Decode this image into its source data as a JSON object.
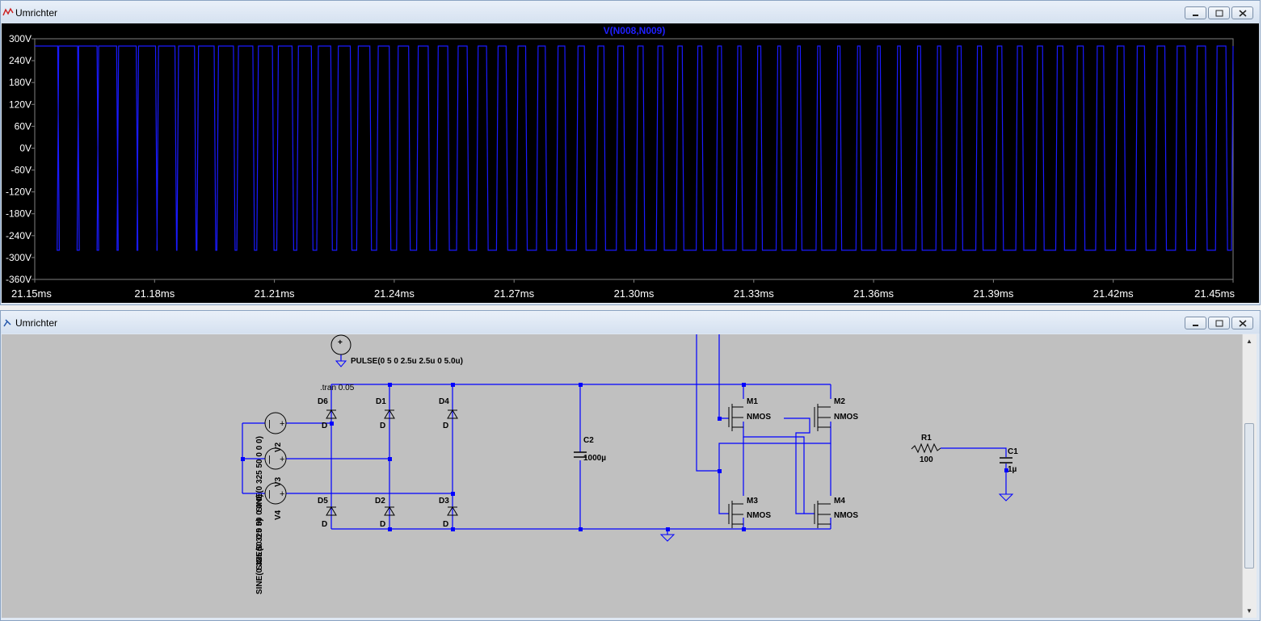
{
  "plot_window": {
    "title": "Umrichter",
    "trace_label": "V(N008,N009)",
    "y_ticks": [
      "300V",
      "240V",
      "180V",
      "120V",
      "60V",
      "0V",
      "-60V",
      "-120V",
      "-180V",
      "-240V",
      "-300V",
      "-360V"
    ],
    "x_ticks": [
      "21.15ms",
      "21.18ms",
      "21.21ms",
      "21.24ms",
      "21.27ms",
      "21.30ms",
      "21.33ms",
      "21.36ms",
      "21.39ms",
      "21.42ms",
      "21.45ms"
    ],
    "colors": {
      "background": "#000000",
      "trace": "#1a1aff",
      "grid": "#808080",
      "label": "#ffffff",
      "trace_label": "#2020ff"
    }
  },
  "chart_data": {
    "type": "line",
    "title": "V(N008,N009)",
    "xlabel": "",
    "ylabel": "",
    "xlim": [
      21.15,
      21.45
    ],
    "ylim": [
      -360,
      300
    ],
    "series": [
      {
        "name": "V(N008,N009)",
        "high": 280,
        "low": -280,
        "rising_edges_ms": [
          21.151,
          21.156,
          21.161,
          21.166,
          21.171,
          21.176,
          21.181,
          21.186,
          21.191,
          21.196,
          21.201,
          21.206,
          21.211,
          21.216,
          21.221,
          21.226,
          21.231,
          21.236,
          21.241,
          21.246,
          21.251,
          21.256,
          21.261,
          21.266,
          21.271,
          21.276,
          21.281,
          21.286,
          21.291,
          21.296,
          21.301,
          21.306,
          21.311,
          21.316,
          21.321,
          21.326,
          21.331,
          21.336,
          21.341,
          21.346,
          21.351,
          21.356,
          21.361,
          21.366,
          21.371,
          21.376,
          21.381,
          21.386,
          21.391,
          21.396,
          21.401,
          21.406,
          21.411,
          21.416,
          21.421,
          21.426,
          21.431,
          21.436,
          21.441,
          21.446
        ],
        "duty": [
          0.95,
          0.95,
          0.92,
          0.9,
          0.88,
          0.85,
          0.82,
          0.8,
          0.78,
          0.75,
          0.72,
          0.7,
          0.68,
          0.65,
          0.62,
          0.6,
          0.58,
          0.55,
          0.52,
          0.5,
          0.48,
          0.45,
          0.42,
          0.4,
          0.38,
          0.36,
          0.34,
          0.32,
          0.3,
          0.28,
          0.26,
          0.24,
          0.22,
          0.2,
          0.18,
          0.16,
          0.15,
          0.14,
          0.13,
          0.12,
          0.12,
          0.12,
          0.13,
          0.14,
          0.15,
          0.16,
          0.18,
          0.2,
          0.22,
          0.24,
          0.26,
          0.28,
          0.3,
          0.32,
          0.34,
          0.36,
          0.38,
          0.4,
          0.42,
          0.44
        ]
      }
    ]
  },
  "schematic_window": {
    "title": "Umrichter",
    "directive": ".tran 0.05",
    "pulse_source": "PULSE(0 5 0 2.5u 2.5u 0 5.0u)",
    "sine_text": "SINE(0 325 50 0 0 0)",
    "components": {
      "V2": "V2",
      "V3": "V3",
      "V4": "V4",
      "D1": "D1",
      "D2": "D2",
      "D3": "D3",
      "D4": "D4",
      "D5": "D5",
      "D6": "D6",
      "diode_model": "D",
      "C2": "C2",
      "C2_value": "1000µ",
      "M1": "M1",
      "M2": "M2",
      "M3": "M3",
      "M4": "M4",
      "mos_model": "NMOS",
      "R1": "R1",
      "R1_value": "100",
      "C1": "C1",
      "C1_value": "1µ"
    },
    "colors": {
      "background": "#c0c0c0",
      "wire": "#0000ff",
      "component": "#000000"
    }
  }
}
